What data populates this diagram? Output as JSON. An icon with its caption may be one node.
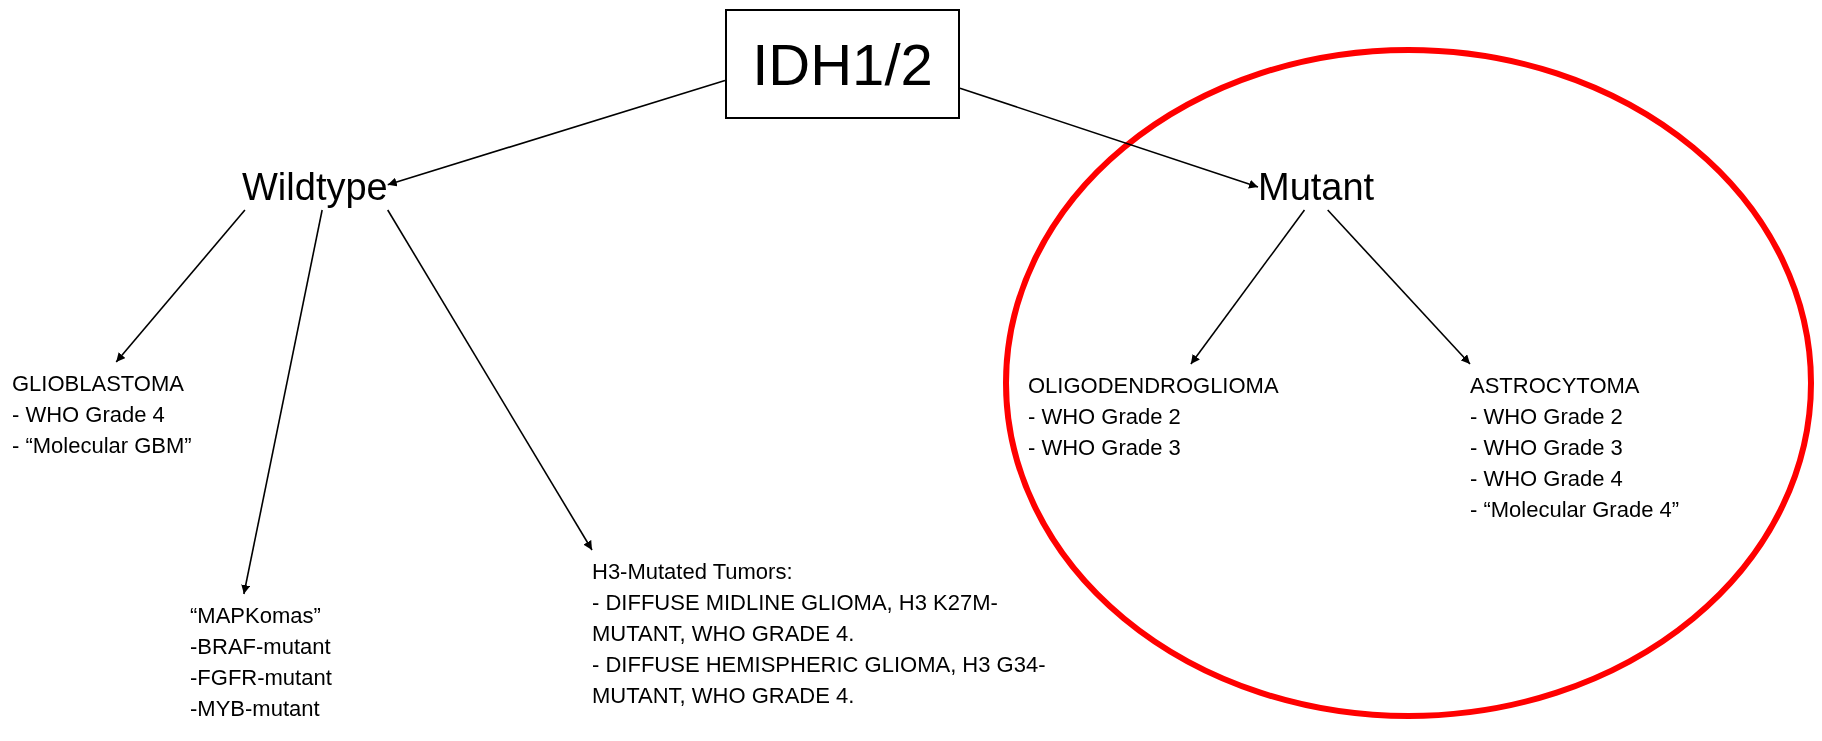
{
  "diagram": {
    "nodes": [
      {
        "text": [
          "IDH1/2"
        ]
      },
      {
        "text": [
          "Wildtype"
        ]
      },
      {
        "text": [],
        "shape": "ellipse"
      },
      {
        "text": [
          "Mutant"
        ],
        "in": 2
      },
      {
        "text": [
          "GLIOBLASTOMA",
          "- WHO Grade 4",
          "- “Molecular GBM”"
        ]
      },
      {
        "text": [
          "“MAPKomas”",
          "-BRAF-mutant",
          "-FGFR-mutant",
          "-MYB-mutant"
        ]
      },
      {
        "text": [
          "H3-Mutated Tumors:",
          "- DIFFUSE MIDLINE GLIOMA, H3 K27M-MUTANT, WHO GRADE 4.",
          "- DIFFUSE HEMISPHERIC GLIOMA, H3 G34-MUTANT, WHO GRADE 4."
        ]
      },
      {
        "text": [
          "OLIGODENDROGLIOMA",
          "- WHO Grade 2",
          "- WHO Grade 3"
        ],
        "in": 2
      },
      {
        "text": [
          "ASTROCYTOMA",
          "- WHO Grade 2",
          "- WHO Grade 3",
          "- WHO Grade 4",
          "- “Molecular Grade 4”"
        ],
        "in": 2
      }
    ],
    "edges": [
      {
        "from": 0,
        "to": 1,
        "arrow": "to"
      },
      {
        "from": 0,
        "to": 3,
        "arrow": "to"
      },
      {
        "from": 1,
        "to": 4,
        "arrow": "to"
      },
      {
        "from": 1,
        "to": 5,
        "arrow": "to"
      },
      {
        "from": 1,
        "to": 6,
        "arrow": "to"
      },
      {
        "from": 3,
        "to": 7,
        "arrow": "to"
      },
      {
        "from": 3,
        "to": 8,
        "arrow": "to"
      }
    ]
  }
}
